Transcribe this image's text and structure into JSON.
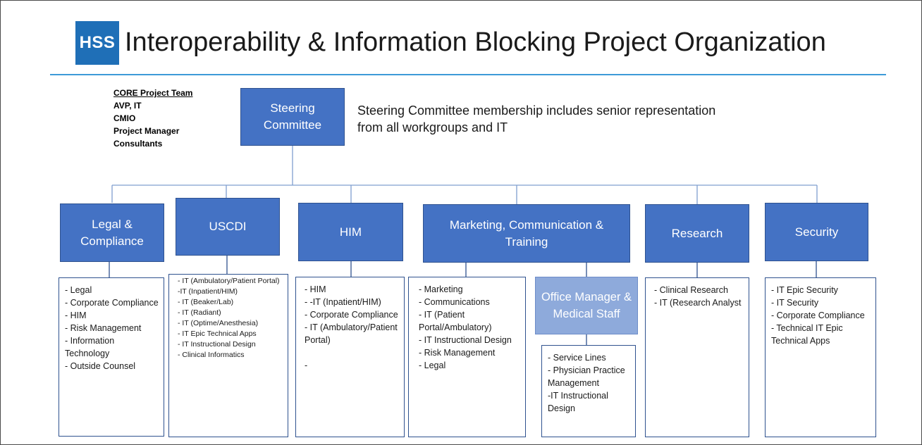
{
  "header": {
    "logo_text": "HSS",
    "title": "Interoperability & Information Blocking Project Organization"
  },
  "core_team": {
    "heading": "CORE Project Team",
    "members": [
      "AVP, IT",
      "CMIO",
      "Project Manager",
      "Consultants"
    ]
  },
  "steering": {
    "label": "Steering Committee",
    "note": "Steering Committee membership includes senior representation\n from all workgroups and IT"
  },
  "workgroups": [
    {
      "label": "Legal & Compliance",
      "items": "- Legal\n- Corporate Compliance\n- HIM\n-   Risk Management\n-   Information Technology\n-   Outside Counsel"
    },
    {
      "label": "USCDI",
      "items": "- IT (Ambulatory/Patient Portal)\n-IT (Inpatient/HIM)\n-   IT (Beaker/Lab)\n-   IT (Radiant)\n-   IT (Optime/Anesthesia)\n-   IT Epic Technical  Apps\n-   IT Instructional Design\n-   Clinical Informatics"
    },
    {
      "label": "HIM",
      "items": "-   HIM\n-   -IT (Inpatient/HIM)\n-   Corporate Compliance\n-   IT (Ambulatory/Patient Portal)\n\n-"
    },
    {
      "label": "Marketing, Communication & Training",
      "items": "- Marketing\n- Communications\n- IT (Patient Portal/Ambulatory)\n- IT Instructional Design\n- Risk Management\n-  Legal"
    },
    {
      "label": "Research",
      "items": "- Clinical Research\n- IT (Research Analyst"
    },
    {
      "label": "Security",
      "items": "- IT  Epic Security\n- IT Security\n- Corporate Compliance\n- Technical IT Epic Technical Apps"
    }
  ],
  "subgroup": {
    "label": "Office Manager & Medical Staff",
    "items": "- Service Lines\n- Physician Practice Management\n-IT Instructional Design"
  },
  "colors": {
    "box_fill": "#4472c4",
    "subgroup_fill": "#8eaadb",
    "accent_rule": "#3d9ad8",
    "logo": "#1f6fb7"
  }
}
